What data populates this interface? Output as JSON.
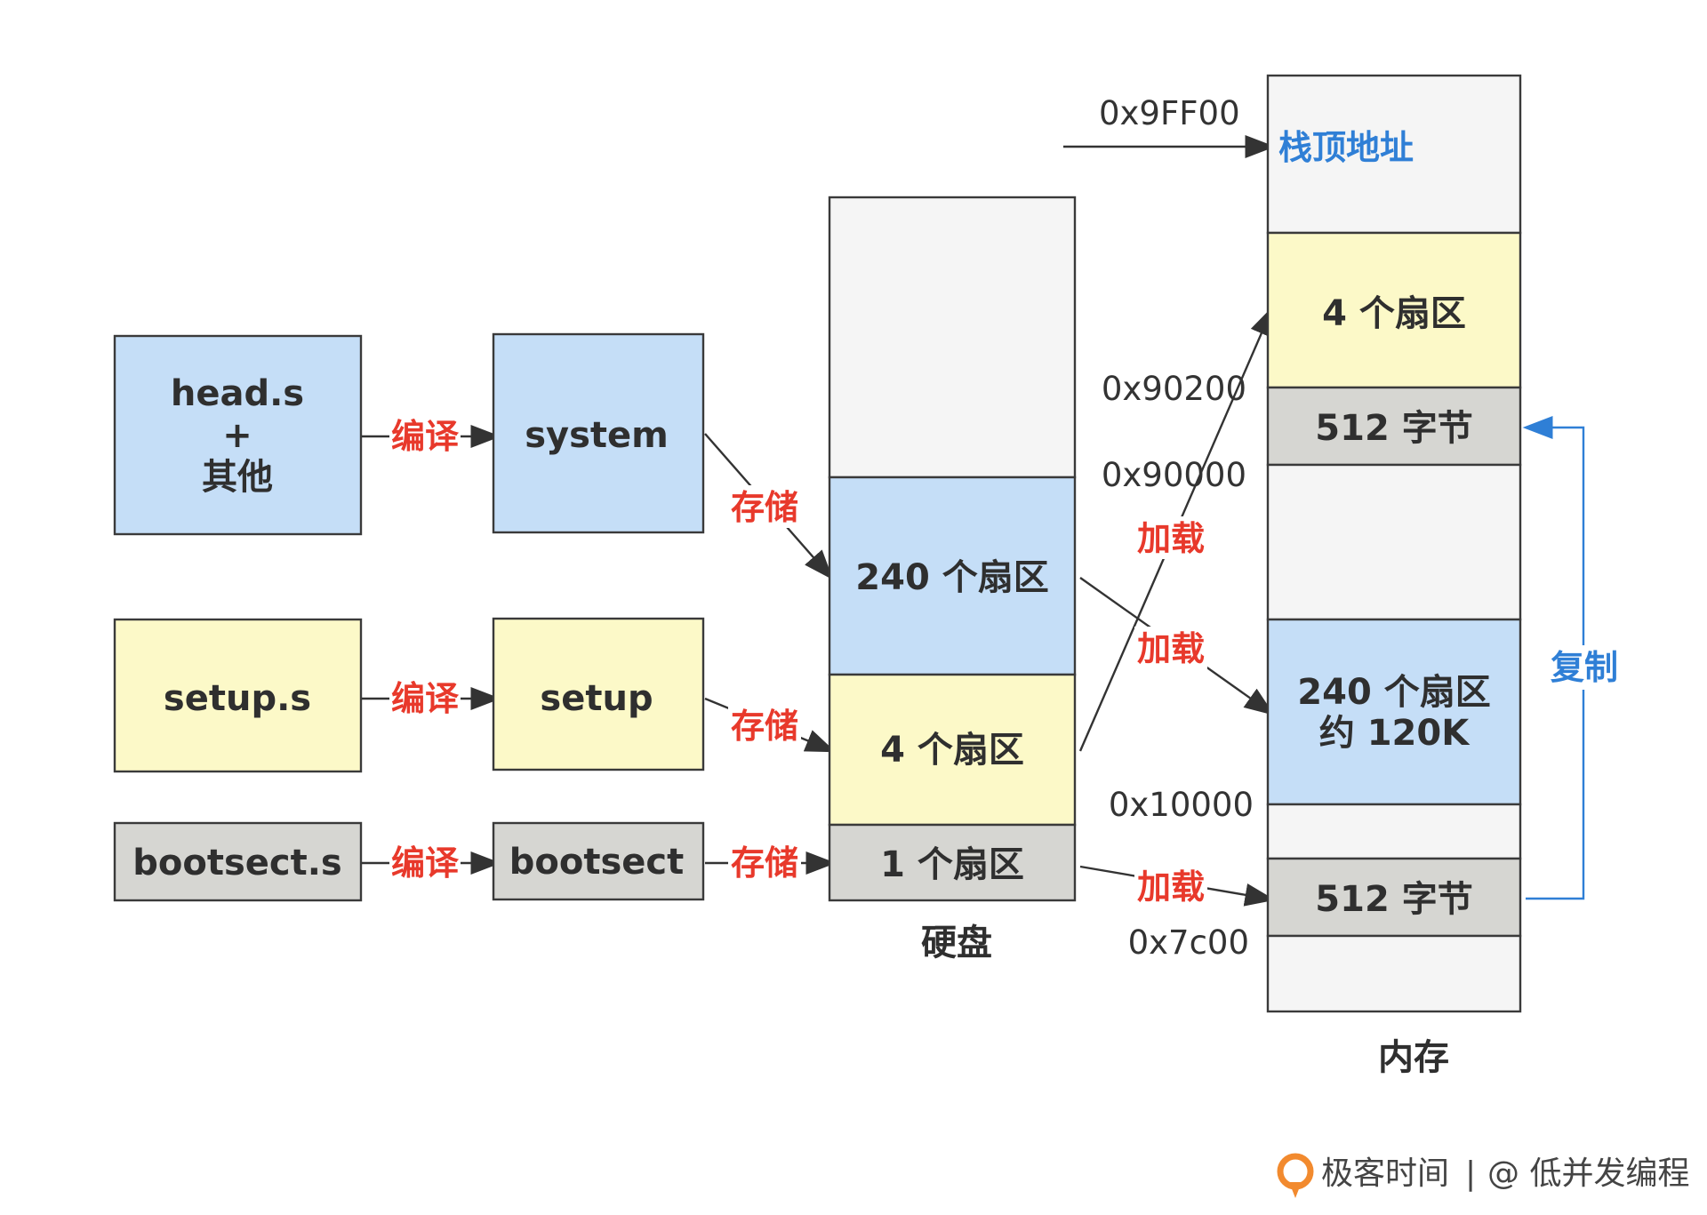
{
  "colors": {
    "blue": "#c5def7",
    "yellow": "#fcf9c8",
    "gray": "#d6d6d2",
    "light": "#f5f5f5",
    "red_label": "#e8392b",
    "blue_line": "#2f7fd6",
    "stroke": "#3a3a3a"
  },
  "sources": {
    "head": [
      "head.s",
      "+",
      "其他"
    ],
    "setup": "setup.s",
    "bootsect": "bootsect.s"
  },
  "outputs": {
    "system": "system",
    "setup": "setup",
    "bootsect": "bootsect"
  },
  "edges": {
    "compile": "编译",
    "store": "存储",
    "load": "加载",
    "copy": "复制"
  },
  "disk": {
    "caption": "硬盘",
    "seg_240": "240 个扇区",
    "seg_4": "4 个扇区",
    "seg_1": "1 个扇区"
  },
  "memory": {
    "caption": "内存",
    "stack_top": "栈顶地址",
    "seg_4": "4 个扇区",
    "seg_512_top": "512 字节",
    "seg_240": [
      "240 个扇区",
      "约 120K"
    ],
    "seg_512_bottom": "512 字节"
  },
  "addresses": {
    "a_9ff00": "0x9FF00",
    "a_90200": "0x90200",
    "a_90000": "0x90000",
    "a_10000": "0x10000",
    "a_7c00": "0x7c00"
  },
  "watermark": {
    "brand": "极客时间",
    "separator": "|",
    "author": "@ 低并发编程"
  }
}
